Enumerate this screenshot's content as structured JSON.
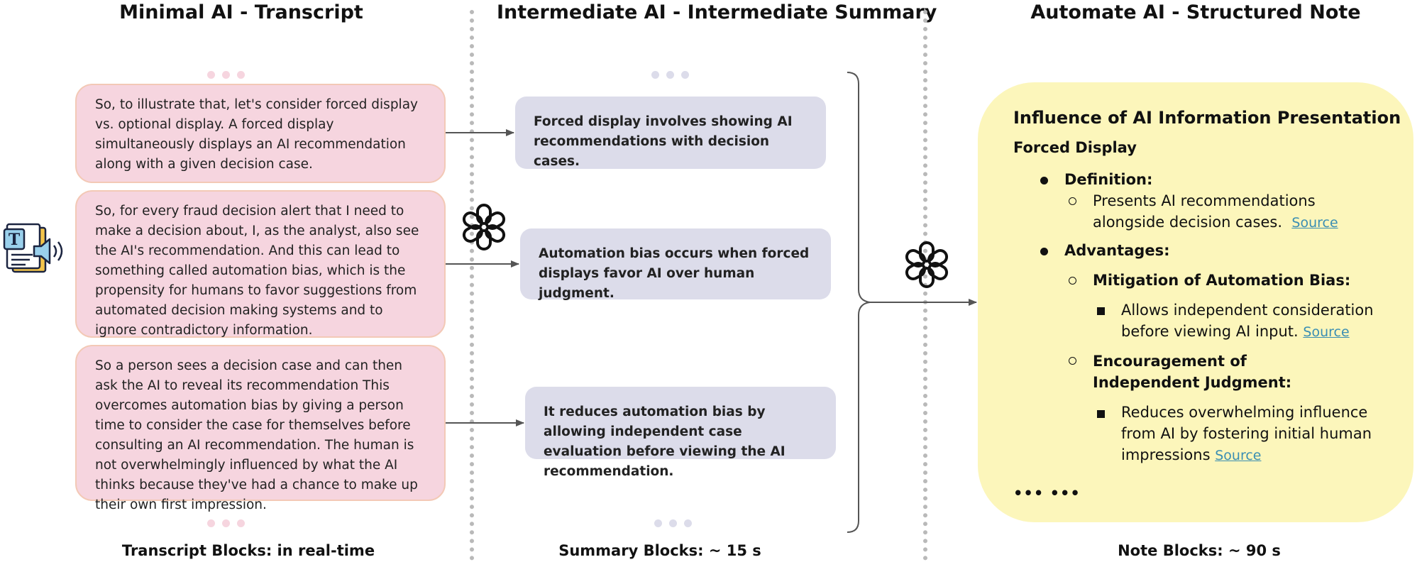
{
  "headers": {
    "col1": "Minimal AI - Transcript",
    "col2": "Intermediate AI - Intermediate Summary",
    "col3": "Automate AI - Structured Note"
  },
  "footers": {
    "col1": "Transcript Blocks: in real-time",
    "col2": "Summary Blocks: ~ 15 s",
    "col3": "Note Blocks: ~ 90 s"
  },
  "transcript": [
    {
      "text": "So, to illustrate that, let's consider forced display vs. optional display. A forced display simultaneously displays an AI recommendation along with a given decision case."
    },
    {
      "text": "So, for every fraud decision alert that I need to make a decision about, I, as the analyst, also see the AI's recommendation. And this can lead to something called automation bias, which is the propensity for humans to favor suggestions from automated decision making systems and to ignore contradictory information."
    },
    {
      "text": "So a person sees a decision case and can then ask the AI to reveal its recommendation This overcomes automation bias by giving a person time to consider the case for themselves before consulting an AI recommendation. The human is not overwhelmingly influenced by what the AI thinks because they've had a chance to make up their own first impression."
    }
  ],
  "summaries": [
    {
      "text": "Forced display involves showing AI recommendations with decision cases."
    },
    {
      "text": "Automation bias occurs when forced displays favor AI over human judgment."
    },
    {
      "text": "It reduces automation bias by allowing independent case evaluation before viewing the AI recommendation."
    }
  ],
  "note": {
    "title": "Influence of AI Information Presentation",
    "subtitle": "Forced Display",
    "definition_label": "Definition:",
    "definition_text": "Presents AI recommendations alongside decision cases.",
    "advantages_label": "Advantages:",
    "adv1_label": "Mitigation of Automation Bias:",
    "adv1_text": "Allows independent consideration before viewing AI input.",
    "adv2_label": "Encouragement of Independent Judgment:",
    "adv2_text": "Reduces overwhelming influence from AI by fostering initial human impressions",
    "source_label": "Source",
    "ellipsis": "••• •••"
  },
  "icons": {
    "transcript_icon": "document-speaker-icon",
    "ai_icon": "openai-logo-icon"
  },
  "colors": {
    "transcript_fill": "#f6d5df",
    "summary_fill": "#dcdcea",
    "note_fill": "#fcf6bb",
    "link": "#3a8eb3"
  }
}
